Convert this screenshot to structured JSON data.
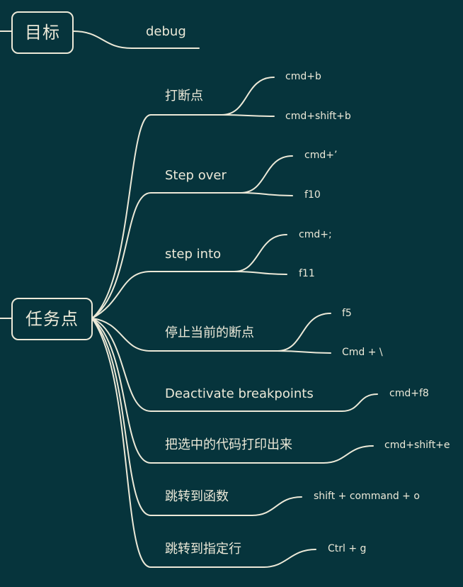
{
  "roots": [
    {
      "label": "目标"
    },
    {
      "label": "任务点"
    }
  ],
  "goal_branch": {
    "label": "debug"
  },
  "task_branches": [
    {
      "label": "打断点",
      "leaves": [
        "cmd+b",
        "cmd+shift+b"
      ]
    },
    {
      "label": "Step over",
      "leaves": [
        "cmd+’",
        "f10"
      ]
    },
    {
      "label": "step into",
      "leaves": [
        "cmd+;",
        "f11"
      ]
    },
    {
      "label": "停止当前的断点",
      "leaves": [
        "f5",
        "Cmd + \\"
      ]
    },
    {
      "label": "Deactivate breakpoints",
      "leaves": [
        "cmd+f8"
      ]
    },
    {
      "label": "把选中的代码打印出来",
      "leaves": [
        "cmd+shift+e"
      ]
    },
    {
      "label": "跳转到函数",
      "leaves": [
        "shift + command + o"
      ]
    },
    {
      "label": "跳转到指定行",
      "leaves": [
        "Ctrl + g"
      ]
    }
  ],
  "colors": {
    "background": "#06343c",
    "line": "#ece9d8",
    "text": "#ece9d8"
  }
}
